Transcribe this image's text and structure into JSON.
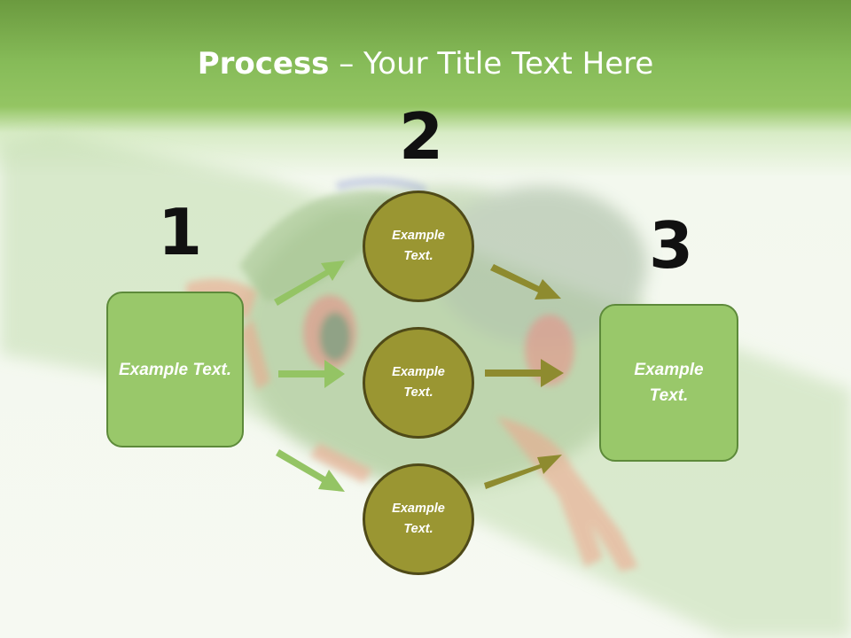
{
  "slide": {
    "title_bold": "Process",
    "title_rest": " – Your Title Text Here",
    "numbers": [
      "1",
      "2",
      "3"
    ],
    "left_box": {
      "text": "Example Text."
    },
    "circles": [
      {
        "text": "Example Text."
      },
      {
        "text": "Example Text."
      },
      {
        "text": "Example Text."
      }
    ],
    "right_box": {
      "text": "Example Text."
    },
    "colors": {
      "header_green": "#86bb58",
      "box_green": "#99c86a",
      "circle_olive": "#9a9632",
      "arrow_light_green": "#94c464",
      "arrow_olive": "#8e8b2f"
    }
  }
}
